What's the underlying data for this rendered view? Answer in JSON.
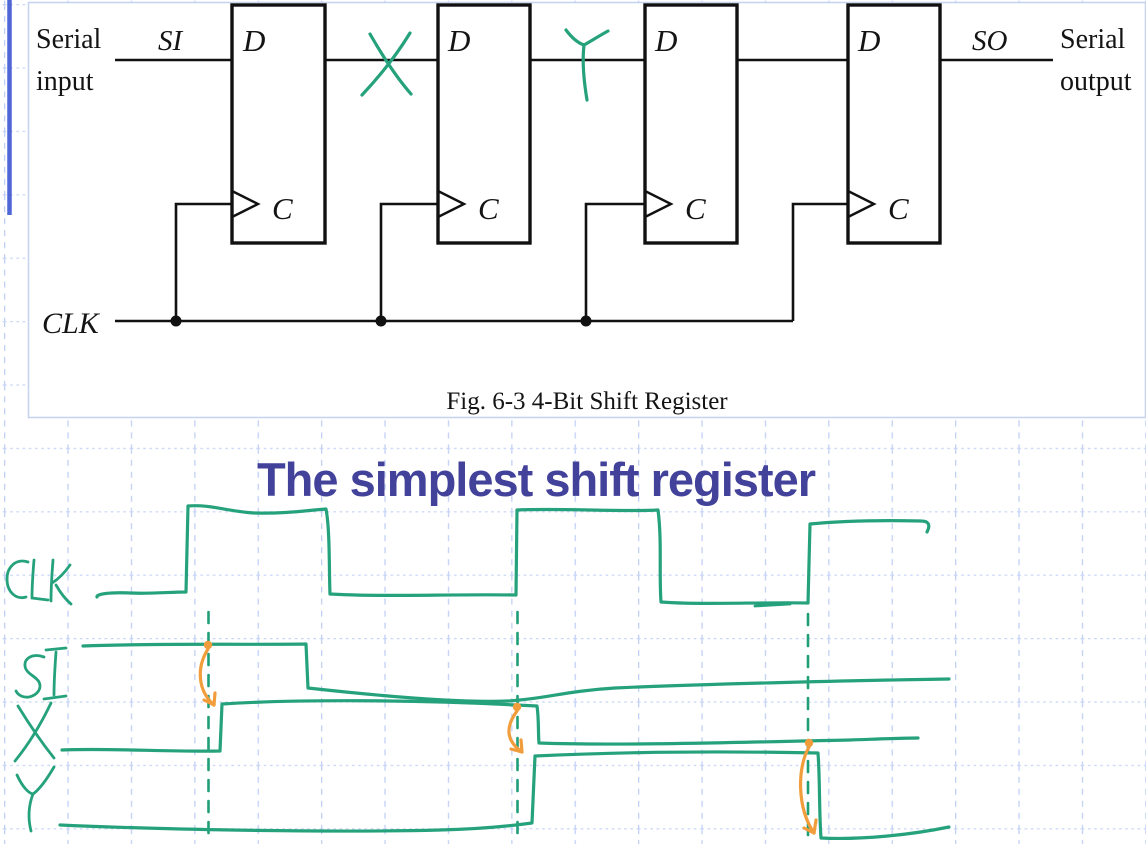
{
  "colors": {
    "ink_green": "#25a27c",
    "arrow_orange": "#f29d3c",
    "title_blue": "#42429b",
    "grid_blue": "#c2d0f6",
    "accent_line_blue": "#4f66d6"
  },
  "title": {
    "text": "The simplest shift register"
  },
  "figure_panel": {
    "caption": "Fig. 6-3  4-Bit Shift Register",
    "serial_input": [
      "Serial",
      "input"
    ],
    "serial_output": [
      "Serial",
      "output"
    ],
    "si_label": "SI",
    "so_label": "SO",
    "clk_label": "CLK",
    "d_label": "D",
    "c_label": "C",
    "flip_flop_count": 4,
    "handwritten_marks": {
      "x_mark": "X",
      "y_mark": "Y"
    }
  },
  "timing_diagram": {
    "rows": [
      {
        "label": "CLK",
        "type": "clock",
        "levels": [
          0,
          1,
          0,
          1,
          0,
          1
        ],
        "note": "three positive pulses, rising edges marked with dashed lines"
      },
      {
        "label": "SI",
        "type": "signal",
        "levels": "1 until shortly after first marked edge, then 0"
      },
      {
        "label": "X",
        "type": "signal",
        "levels": "0, rises at 1st marked edge, falls at 2nd"
      },
      {
        "label": "Y",
        "type": "signal",
        "levels": "0, rises at 2nd marked edge, falls at 3rd"
      }
    ],
    "marked_edges": 3,
    "transfer_arrows": [
      {
        "at_edge": 1,
        "from": "SI",
        "to": "X"
      },
      {
        "at_edge": 2,
        "from": "X",
        "to": "Y"
      },
      {
        "at_edge": 3,
        "from": "X",
        "to": "Y"
      }
    ]
  }
}
